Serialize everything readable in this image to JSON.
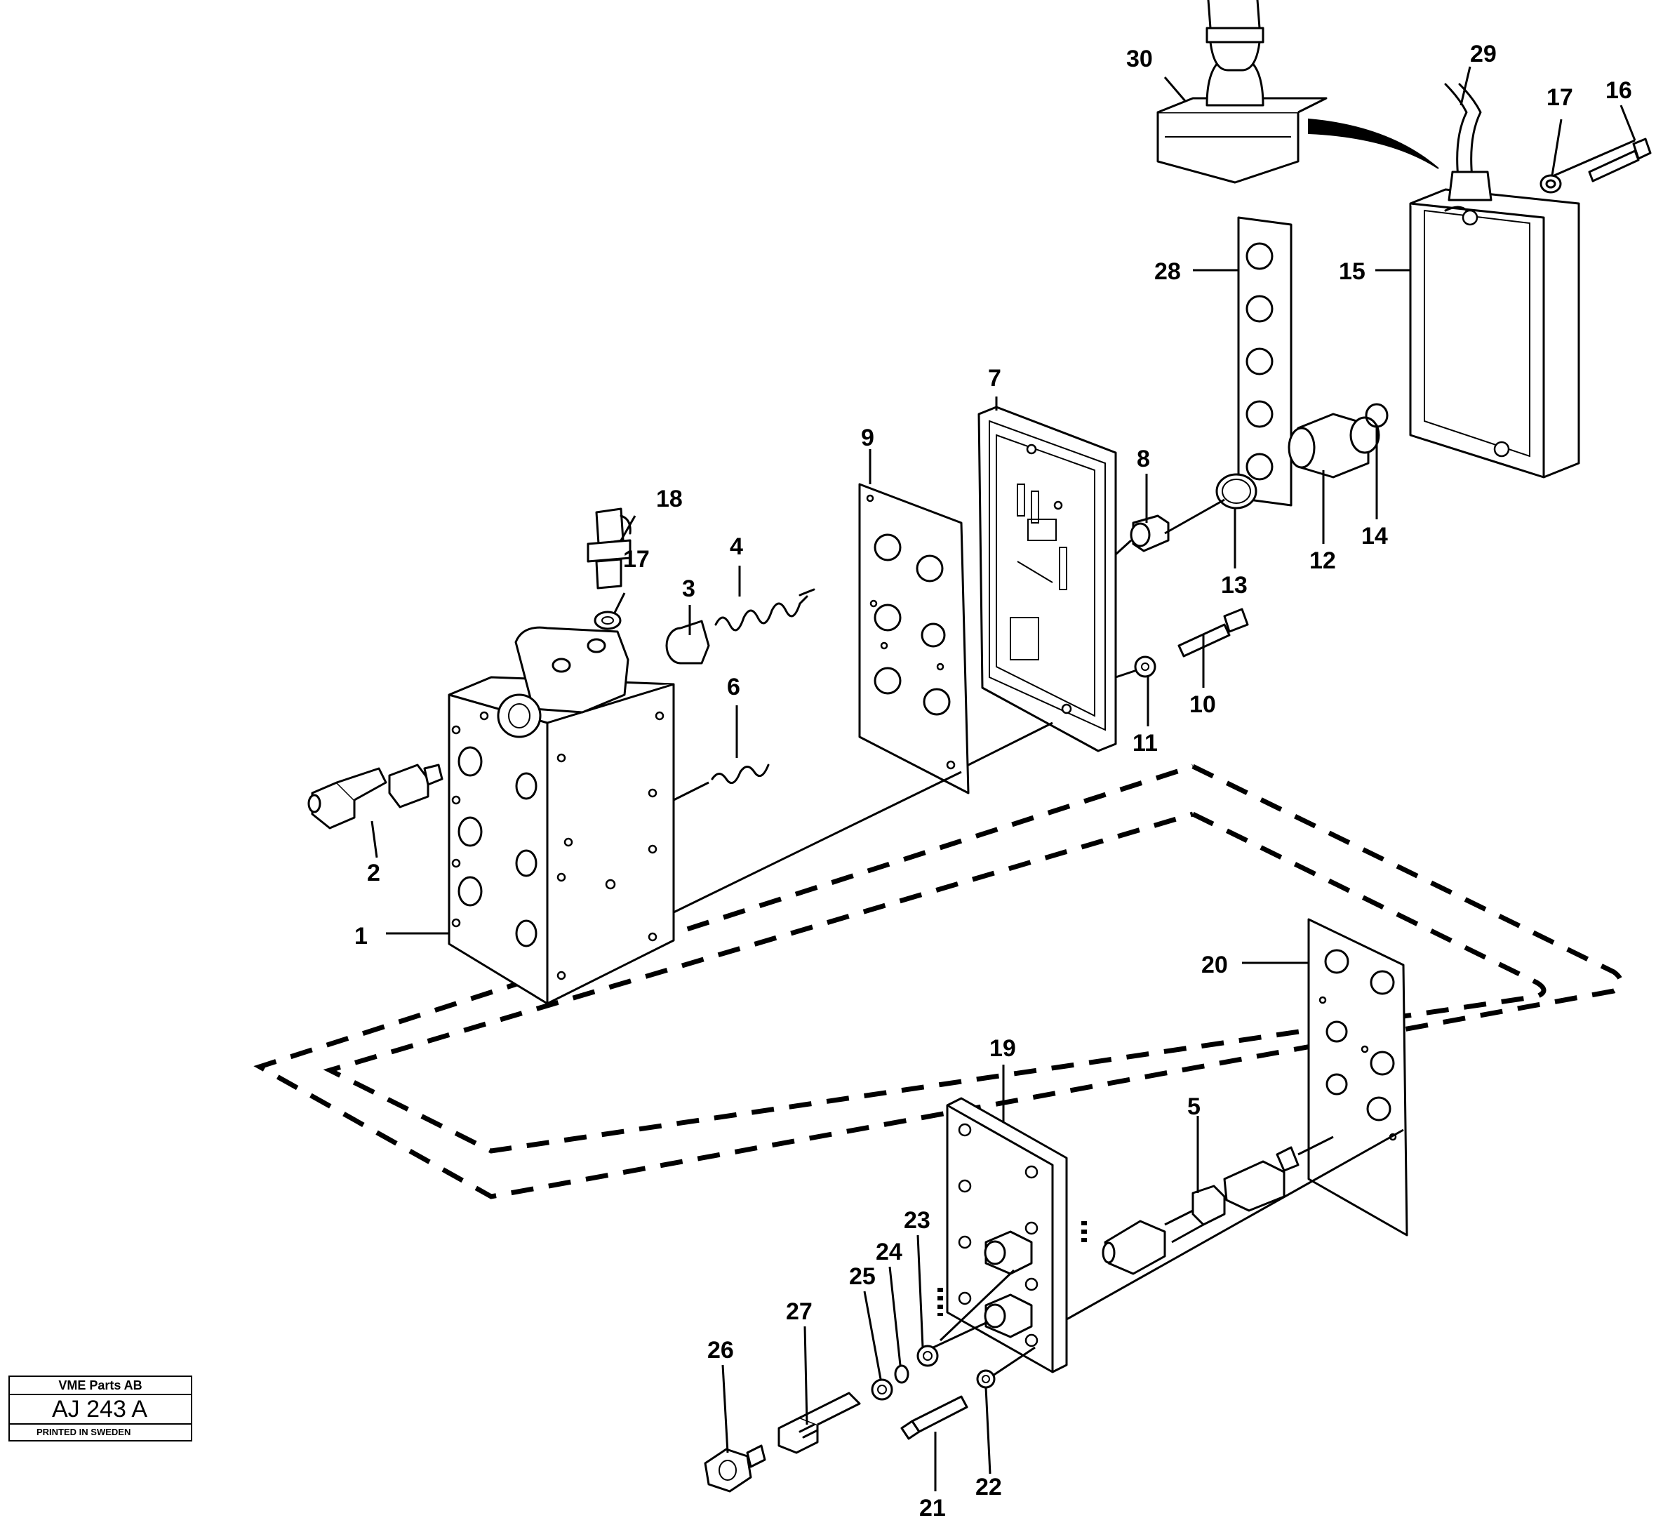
{
  "title_block": {
    "company": "VME Parts AB",
    "code": "AJ 243 A",
    "printed": "PRINTED IN SWEDEN"
  },
  "callouts": [
    "1",
    "2",
    "3",
    "4",
    "5",
    "6",
    "7",
    "8",
    "9",
    "10",
    "11",
    "12",
    "13",
    "14",
    "15",
    "16",
    "17",
    "18",
    "19",
    "20",
    "21",
    "22",
    "23",
    "24",
    "25",
    "26",
    "27",
    "28",
    "29",
    "30"
  ]
}
